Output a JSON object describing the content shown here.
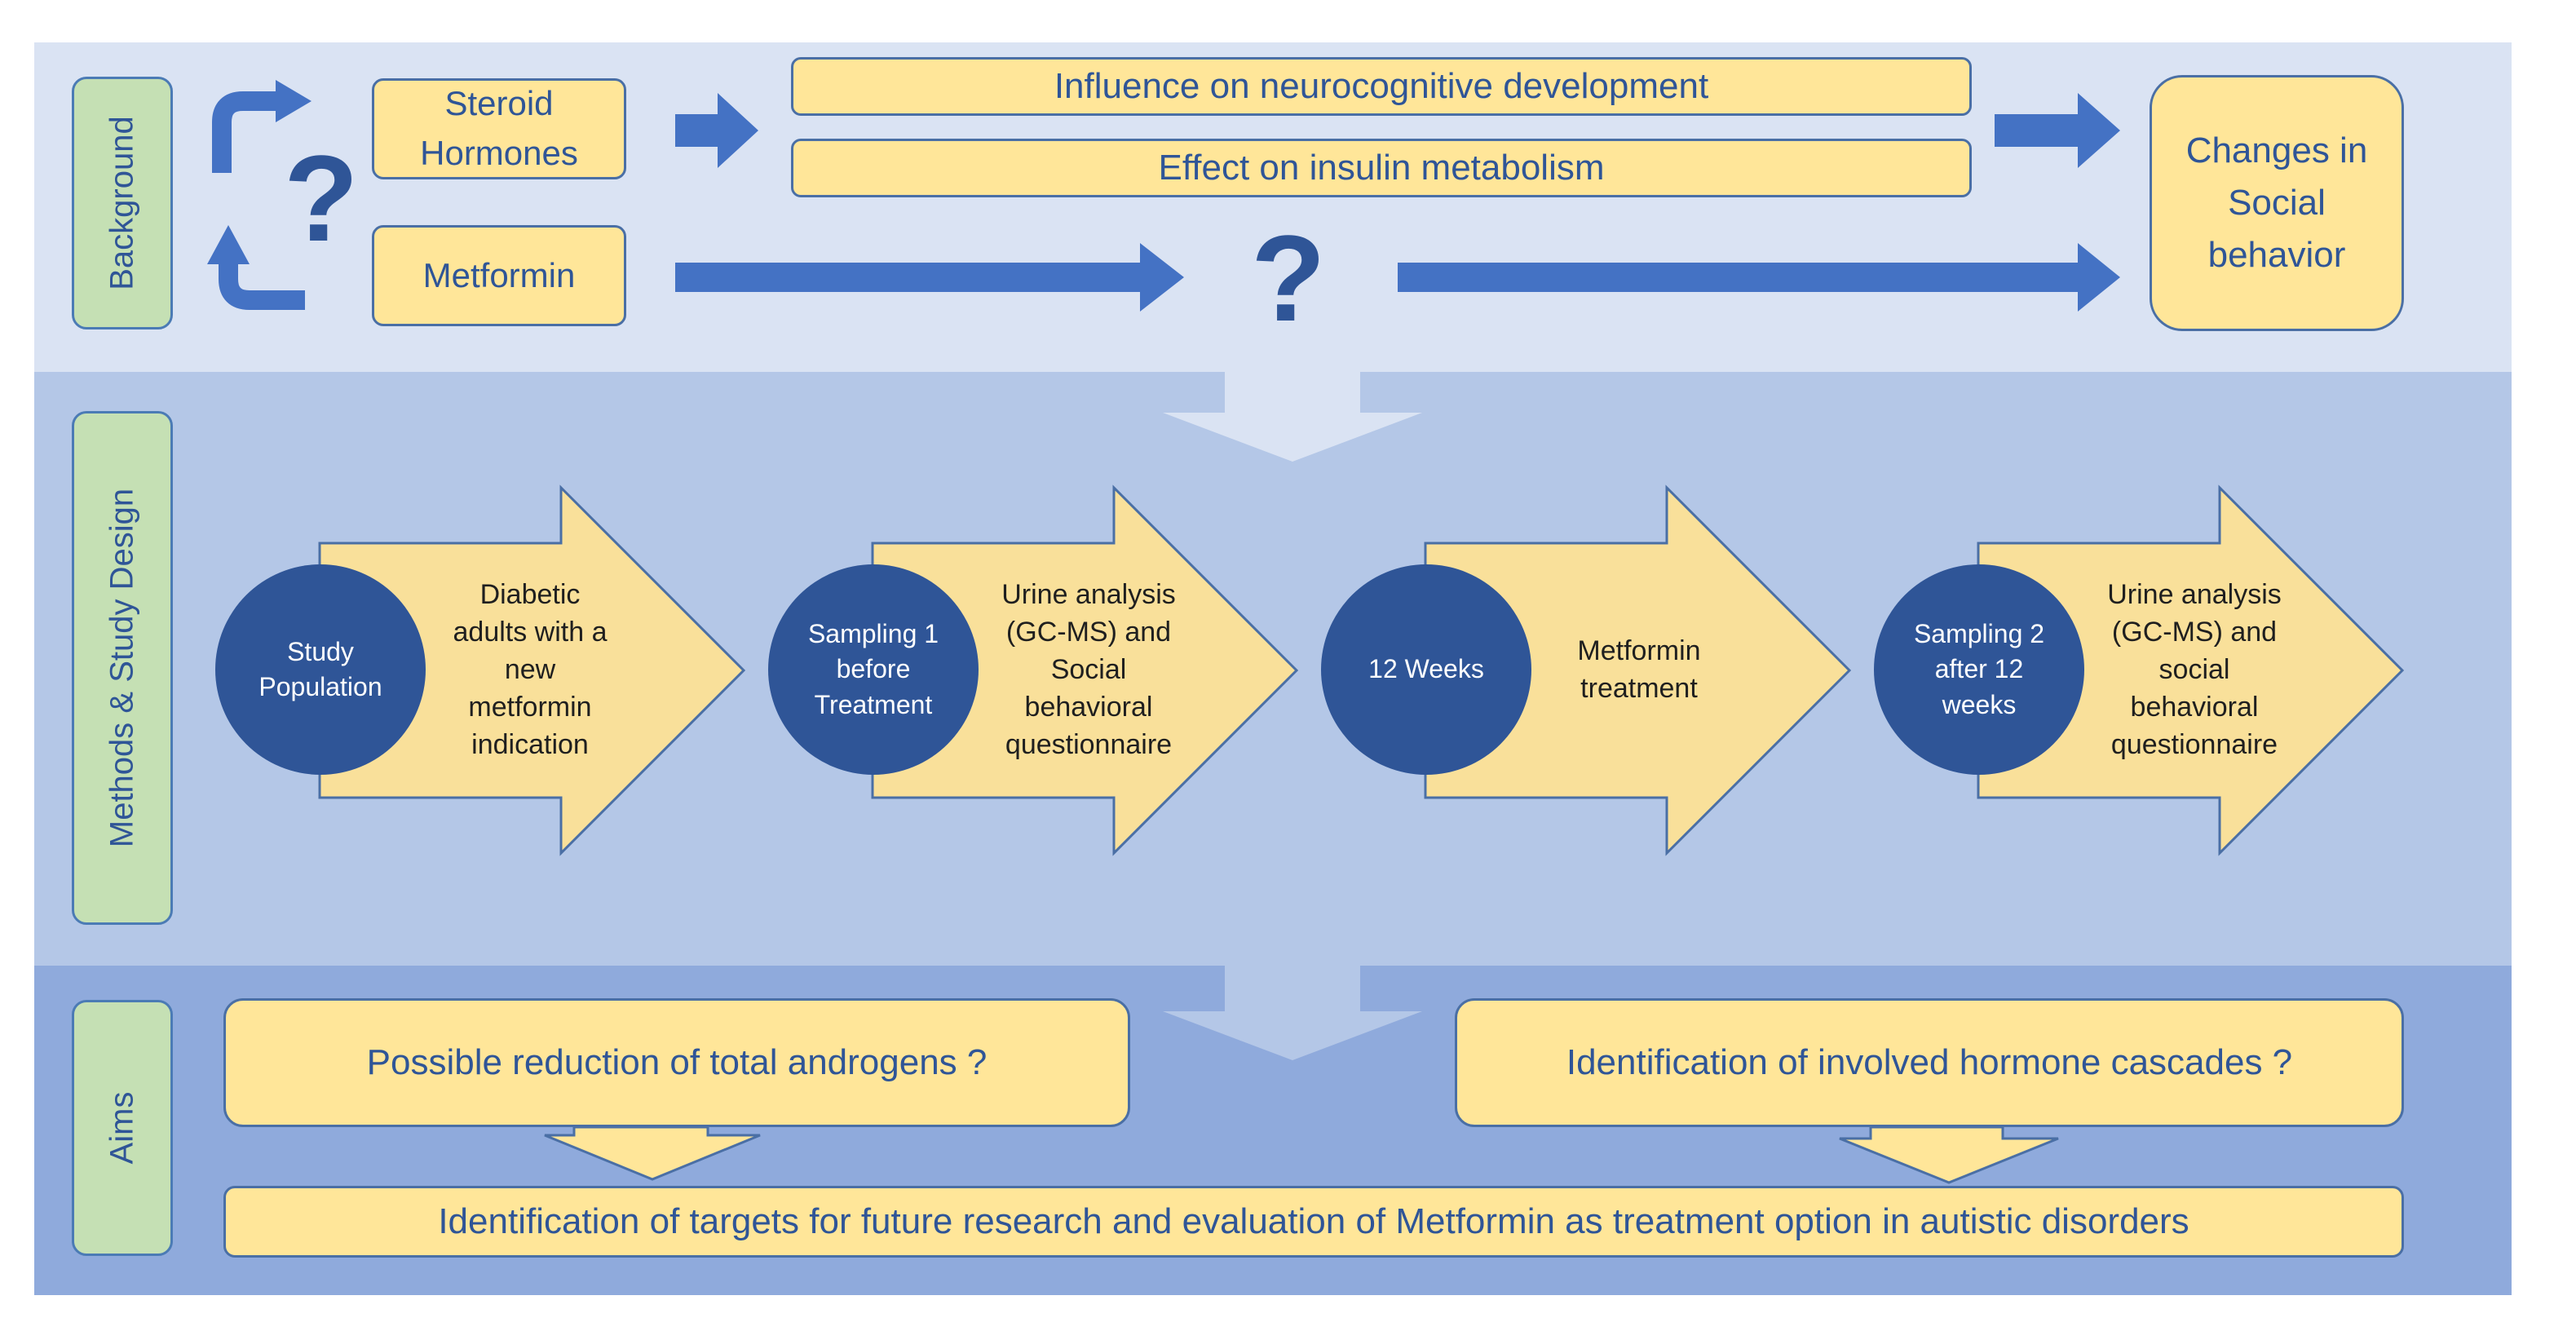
{
  "background": {
    "label": "Background",
    "steroid_hormones": "Steroid\nHormones",
    "metformin": "Metformin",
    "question_left": "?",
    "question_mid": "?",
    "neuro": "Influence on neurocognitive development",
    "insulin": "Effect on insulin metabolism",
    "changes": "Changes in\nSocial\nbehavior"
  },
  "methods": {
    "label": "Methods & Study Design",
    "steps": [
      {
        "circle": "Study\nPopulation",
        "text": "Diabetic\nadults with a\nnew\nmetformin\nindication"
      },
      {
        "circle": "Sampling 1\nbefore\nTreatment",
        "text": "Urine analysis\n(GC-MS) and\nSocial\nbehavioral\nquestionnaire"
      },
      {
        "circle": "12 Weeks",
        "text": "Metformin\ntreatment"
      },
      {
        "circle": "Sampling 2\nafter 12\nweeks",
        "text": "Urine analysis\n(GC-MS) and\nsocial\nbehavioral\nquestionnaire"
      }
    ]
  },
  "aims": {
    "label": "Aims",
    "left": "Possible reduction of total androgens ?",
    "right": "Identification of involved hormone cascades ?",
    "bottom": "Identification of targets for future research and evaluation of Metformin as treatment option in autistic disorders"
  },
  "colors": {
    "band_background": "#dae3f3",
    "band_methods": "#b4c7e7",
    "band_aims": "#8faadc",
    "box_fill": "#ffe699",
    "arrow_blue": "#4472c4",
    "circle_fill": "#2f5597",
    "label_fill": "#c5e0b4"
  }
}
